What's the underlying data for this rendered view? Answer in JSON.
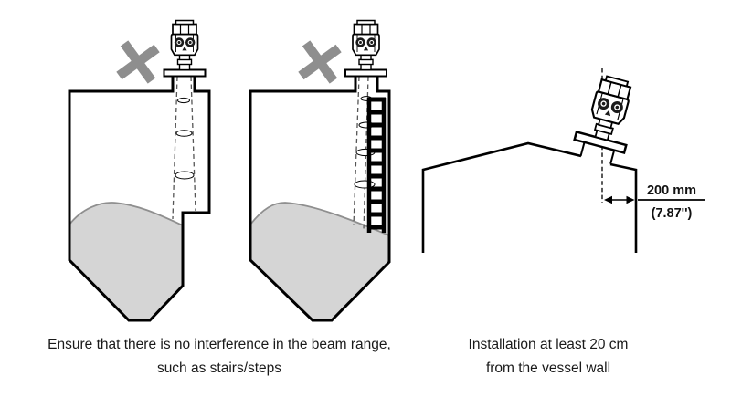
{
  "figure": {
    "captions": {
      "beam_interference": {
        "line1": "Ensure that there is no interference in the beam range,",
        "line2": "such as stairs/steps"
      },
      "wall_distance": {
        "line1": "Installation at least 20 cm",
        "line2": "from the vessel wall"
      }
    },
    "dimension": {
      "metric": "200 mm",
      "imperial": "(7.87'')"
    },
    "colors": {
      "line": "#000000",
      "material_fill": "#d5d5d5",
      "material_stroke": "#8f8f8f",
      "prohibited_cross": "#8e8e8e",
      "text": "#1a1a1a"
    },
    "icons": {
      "prohibited_cross": "prohibited-cross-icon",
      "radar_sensor": "radar-sensor-icon",
      "ladder": "ladder-icon"
    }
  }
}
